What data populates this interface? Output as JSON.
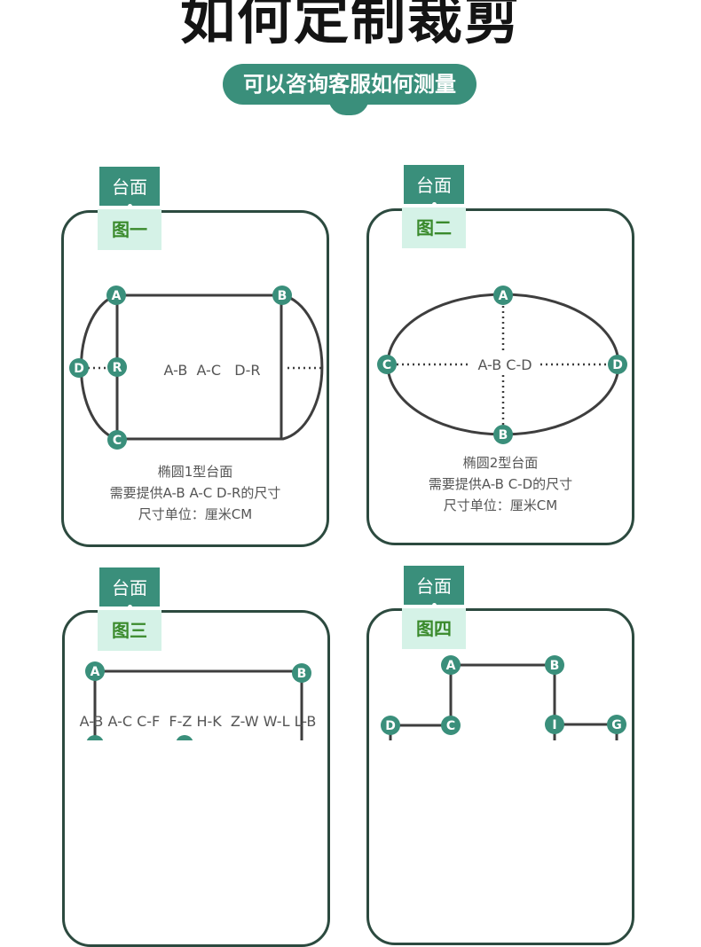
{
  "header": {
    "title": "如何定制裁剪",
    "subtitle": "可以咨询客服如何测量"
  },
  "cards": [
    {
      "tag_top": "台面",
      "tag_bottom": "图一",
      "nodes": [
        "A",
        "B",
        "R",
        "D",
        "C"
      ],
      "dims": "A-B  A-C   D-R",
      "caption": [
        "椭圆1型台面",
        "需要提供A-B A-C D-R的尺寸",
        "尺寸单位：厘米CM"
      ]
    },
    {
      "tag_top": "台面",
      "tag_bottom": "图二",
      "nodes": [
        "A",
        "C",
        "D",
        "B"
      ],
      "dims": "A-B C-D",
      "caption": [
        "椭圆2型台面",
        "需要提供A-B C-D的尺寸",
        "尺寸单位：厘米CM"
      ]
    },
    {
      "tag_top": "台面",
      "tag_bottom": "图三",
      "nodes": [
        "A",
        "B"
      ],
      "dims": "A-B A-C C-F  F-Z H-K  Z-W W-L L-B"
    },
    {
      "tag_top": "台面",
      "tag_bottom": "图四",
      "nodes": [
        "A",
        "B",
        "D",
        "C",
        "I",
        "G"
      ]
    }
  ],
  "colors": {
    "accent": "#3a8f7b",
    "border": "#2c4a3f",
    "tag_light": "#d5f2e7",
    "tag_text": "#3a8a2c"
  }
}
